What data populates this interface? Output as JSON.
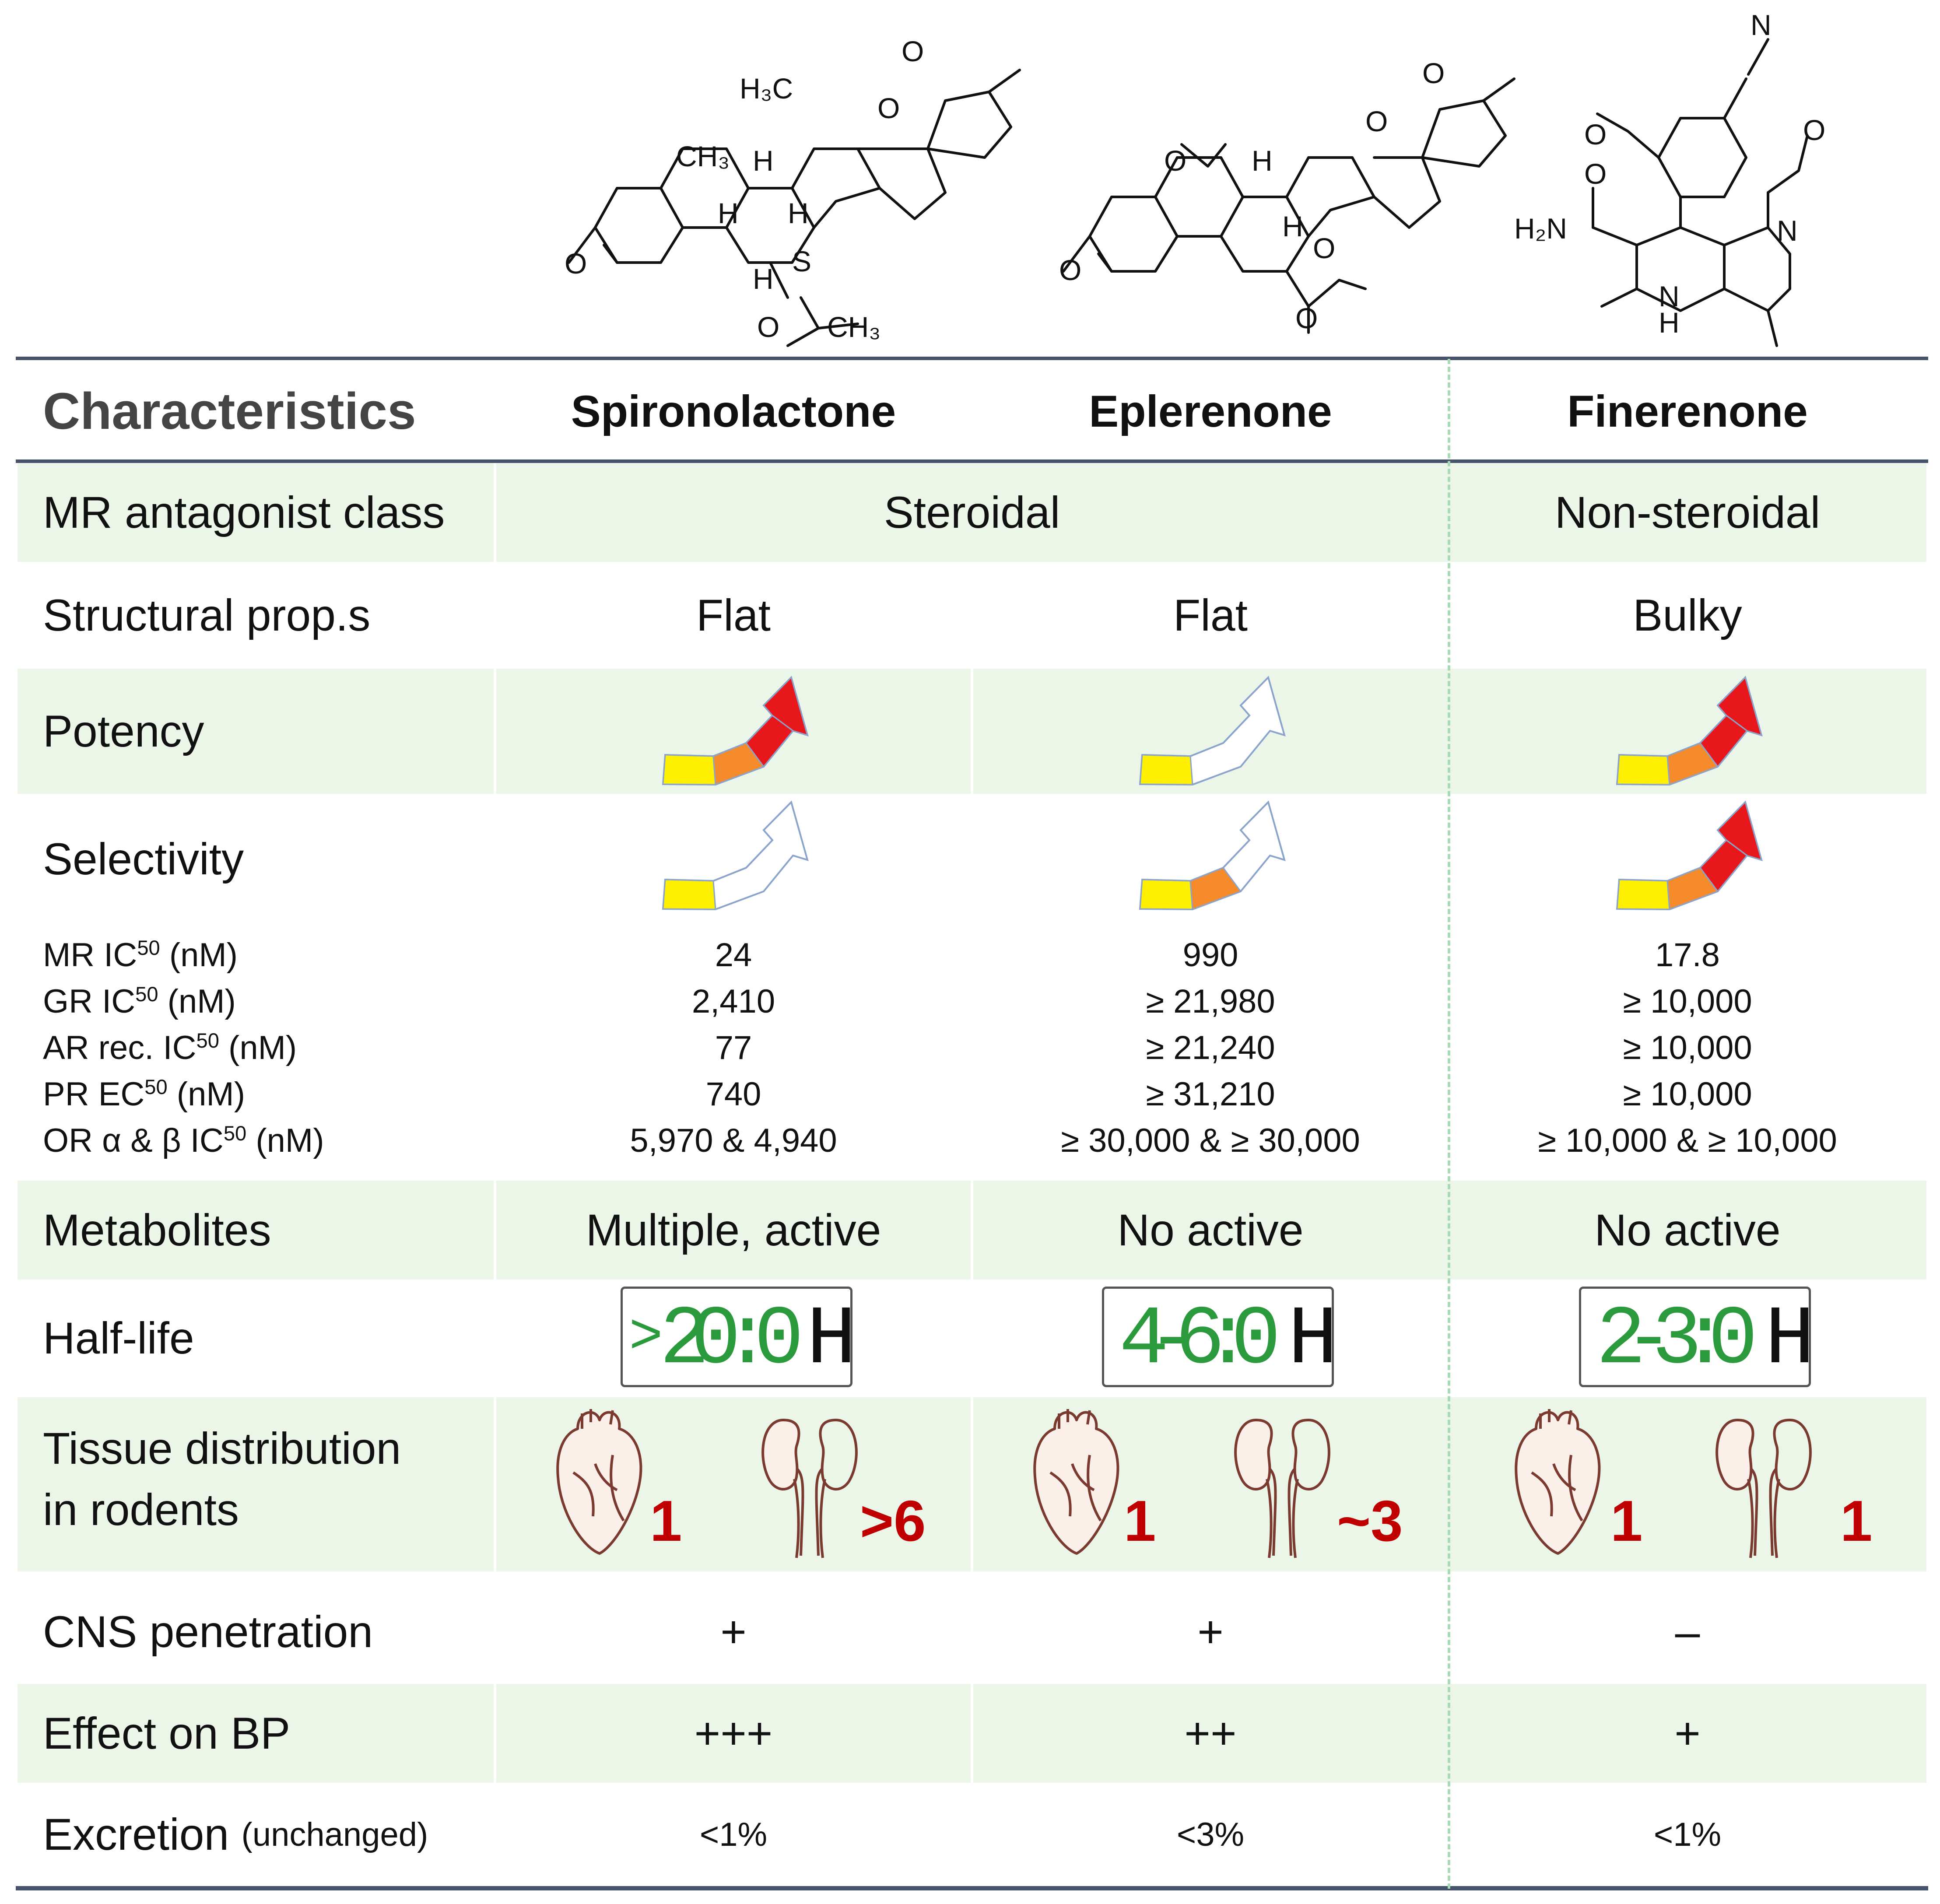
{
  "structures": {
    "spironolactone": {
      "labels": {
        "h3c": "H₃C",
        "ch3": "CH₃",
        "h1": "H",
        "h2": "H",
        "h3": "H",
        "h4": "H",
        "o1": "O",
        "o2": "O",
        "o3": "O",
        "o4": "O",
        "s": "S",
        "ch3b": "CH₃"
      }
    },
    "eplerenone": {
      "labels": {
        "o1": "O",
        "o2": "O",
        "o3": "O",
        "o4": "O",
        "o5": "O",
        "o6": "O",
        "h1": "H",
        "h2": "H"
      }
    },
    "finerenone": {
      "labels": {
        "n1": "N",
        "o1": "O",
        "o2": "O",
        "o3": "O",
        "n2": "N",
        "h2n": "H₂N",
        "nh": "N",
        "h": "H"
      }
    }
  },
  "header": {
    "col0": "Characteristics",
    "col1": "Spironolactone",
    "col2": "Eplerenone",
    "col3": "Finerenone"
  },
  "rows": {
    "class": {
      "label": "MR antagonist class",
      "steroidal": "Steroidal",
      "nonsteroidal": "Non-steroidal"
    },
    "structural": {
      "label": "Structural prop.s",
      "spiro": "Flat",
      "eple": "Flat",
      "fine": "Bulky"
    },
    "potency": {
      "label": "Potency",
      "levels": {
        "spiro": 3,
        "eple": 1,
        "fine": 3
      },
      "max": 3
    },
    "selectivity": {
      "label": "Selectivity",
      "levels": {
        "spiro": 1,
        "eple": 2,
        "fine": 3
      },
      "max": 3
    },
    "ic50": {
      "labels": [
        {
          "pre": "MR IC",
          "sup": "50",
          "post": " (nM)"
        },
        {
          "pre": "GR IC",
          "sup": "50",
          "post": " (nM)"
        },
        {
          "pre": "AR rec. IC",
          "sup": "50",
          "post": " (nM)"
        },
        {
          "pre": "PR EC",
          "sup": "50",
          "post": " (nM)"
        },
        {
          "pre": "OR α & β IC",
          "sup": "50",
          "post": " (nM)"
        }
      ],
      "spiro": [
        "24",
        "2,410",
        "77",
        "740",
        "5,970 & 4,940"
      ],
      "eple": [
        "990",
        "≥ 21,980",
        "≥ 21,240",
        "≥ 31,210",
        "≥ 30,000 & ≥ 30,000"
      ],
      "fine": [
        "17.8",
        "≥ 10,000",
        "≥ 10,000",
        "≥ 10,000",
        "≥ 10,000 & ≥ 10,000"
      ]
    },
    "metabolites": {
      "label": "Metabolites",
      "spiro": "Multiple, active",
      "eple": "No active",
      "fine": "No active"
    },
    "halflife": {
      "label": "Half-life",
      "spiro": {
        "prefix": ">",
        "digits": "20:0",
        "unit": "H"
      },
      "eple": {
        "prefix": "",
        "digits": "4-6:0",
        "unit": "H"
      },
      "fine": {
        "prefix": "",
        "digits": "2-3:0",
        "unit": "H"
      }
    },
    "tissue": {
      "label1": "Tissue distribution",
      "label2": "in rodents",
      "spiro": {
        "heart": "1",
        "kidney": ">6"
      },
      "eple": {
        "heart": "1",
        "kidney": "~3"
      },
      "fine": {
        "heart": "1",
        "kidney": "1"
      }
    },
    "cns": {
      "label": "CNS penetration",
      "spiro": "+",
      "eple": "+",
      "fine": "–"
    },
    "bp": {
      "label": "Effect on BP",
      "spiro": "+++",
      "eple": "++",
      "fine": "+"
    },
    "excretion": {
      "label": "Excretion",
      "label_note": "(unchanged)",
      "spiro": "<1%",
      "eple": "<3%",
      "fine": "<1%"
    }
  },
  "colors": {
    "band": "#ebf6e9",
    "rule": "#46536b",
    "divider": "#a5dcb5",
    "level1": "#ffef00",
    "level2": "#f58a2a",
    "level3": "#e8171c",
    "arrowOutline": "#8aa4cc",
    "digit": "#2a9a3c",
    "ratio": "#c00000",
    "organ": "#7a3a30"
  }
}
